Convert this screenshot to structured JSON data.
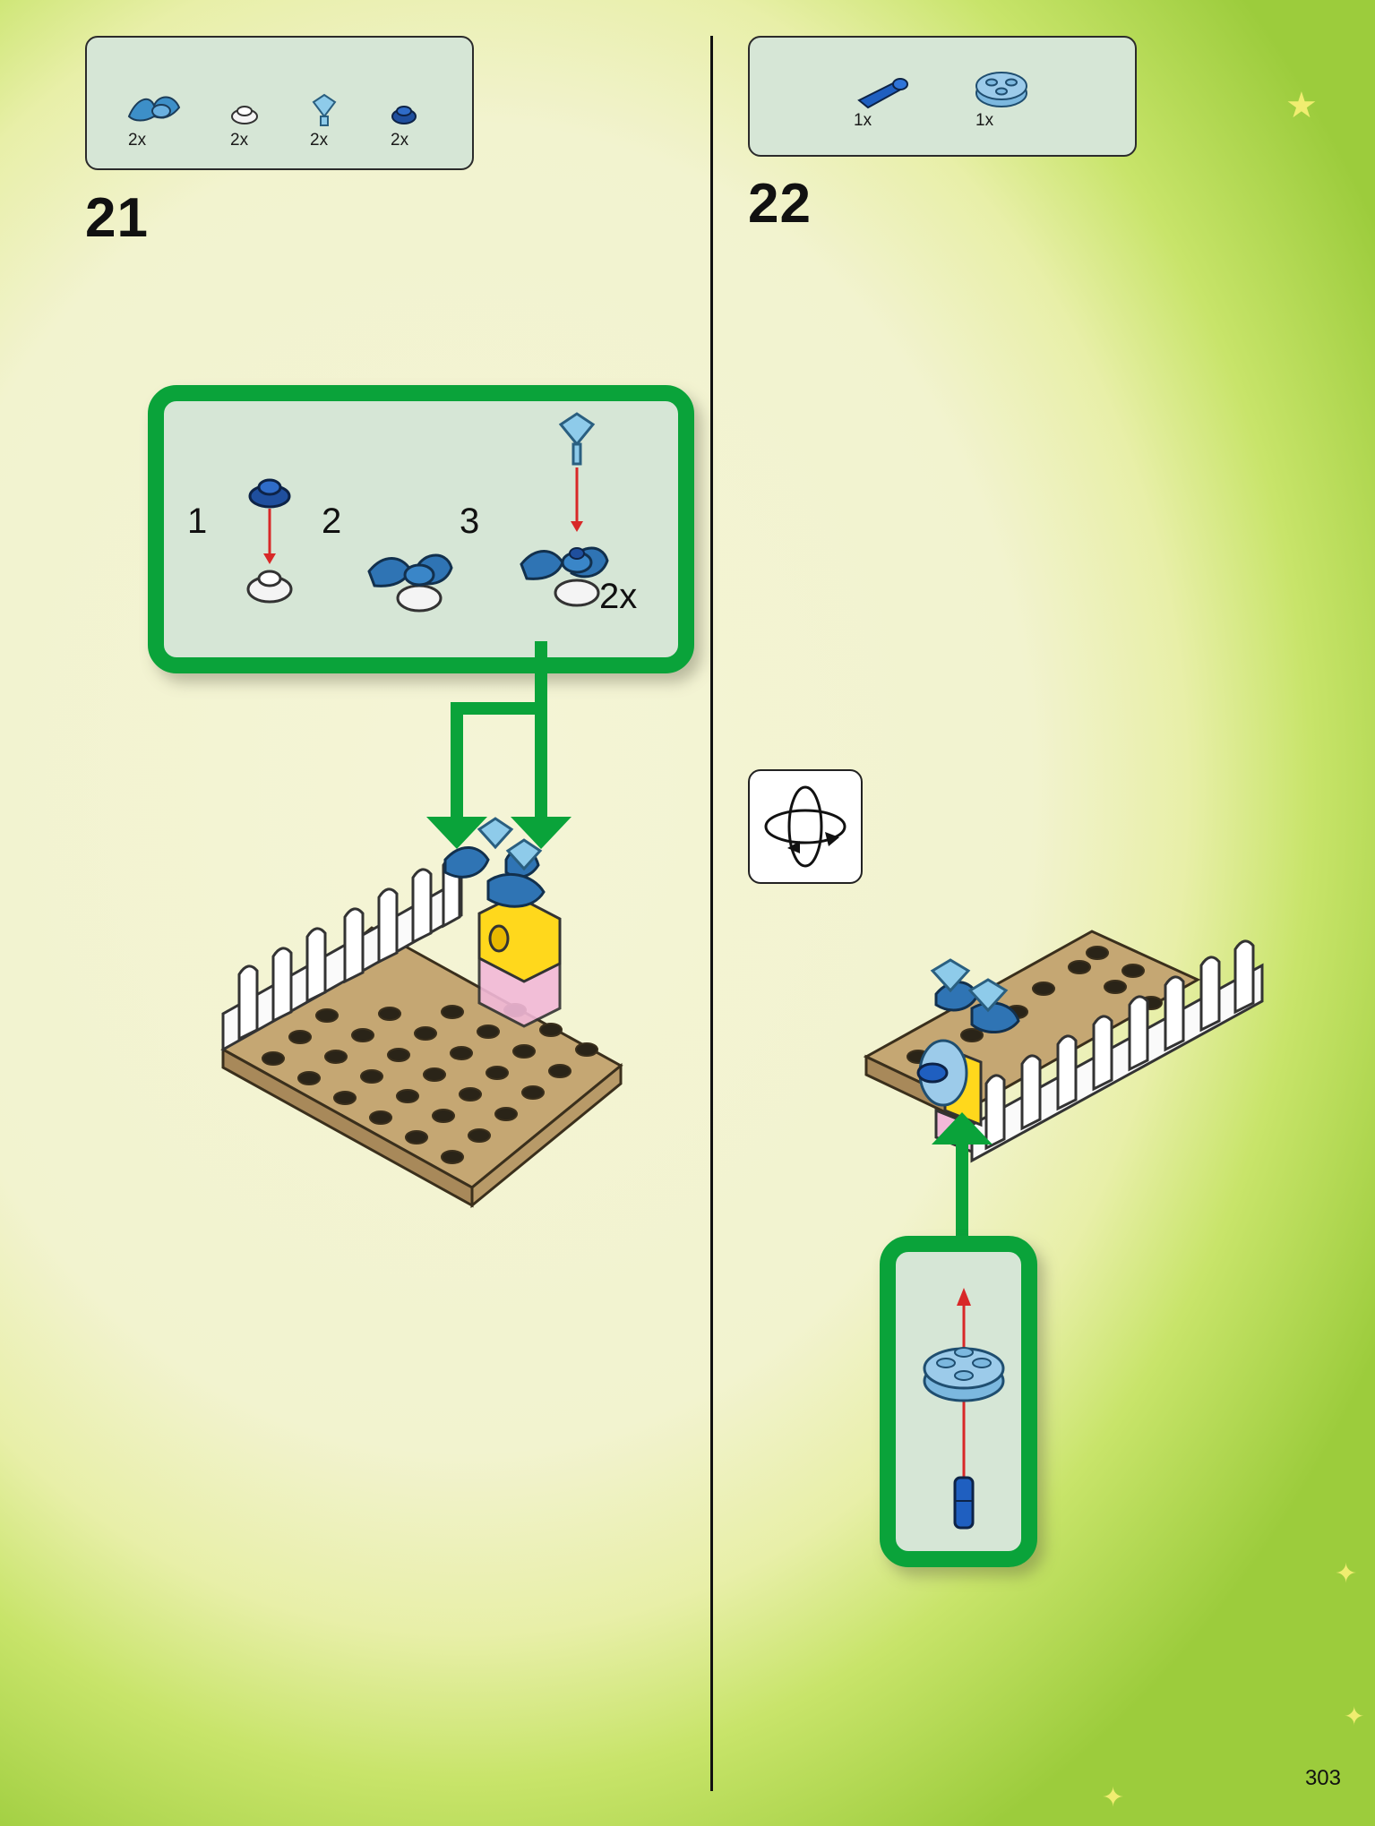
{
  "step21": {
    "number": "21",
    "parts": [
      {
        "icon": "leaf-plate-icon",
        "qty": "2x"
      },
      {
        "icon": "white-round-plate-icon",
        "qty": "2x"
      },
      {
        "icon": "crystal-icon",
        "qty": "2x"
      },
      {
        "icon": "blue-round-plate-icon",
        "qty": "2x"
      }
    ],
    "substeps": [
      "1",
      "2",
      "3"
    ],
    "multiplier": "2x"
  },
  "step22": {
    "number": "22",
    "parts": [
      {
        "icon": "blue-axle-pin-icon",
        "qty": "1x"
      },
      {
        "icon": "round-plate-icon",
        "qty": "1x"
      }
    ]
  },
  "page_number": "303"
}
